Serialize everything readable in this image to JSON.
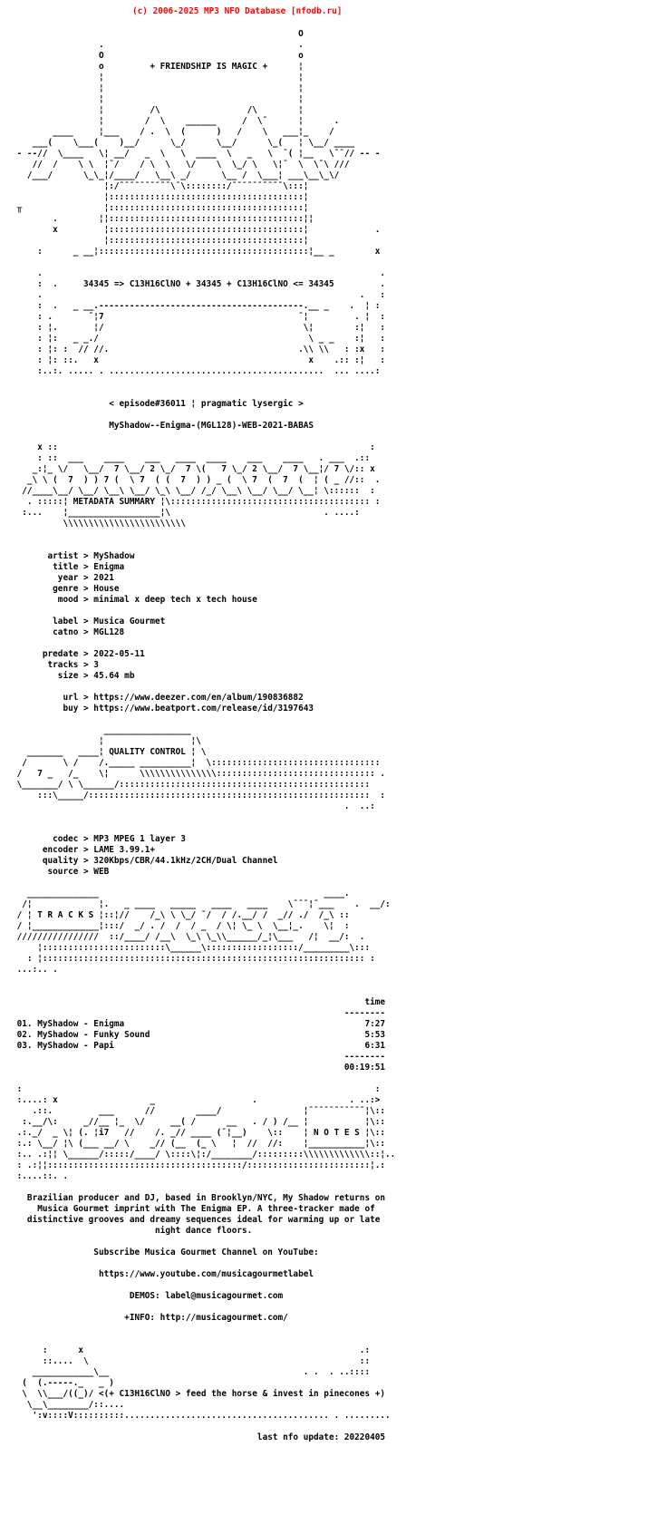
{
  "page": {
    "background": "#ffffff",
    "text_color": "#000000",
    "accent_red": "#ff0000"
  },
  "banner": {
    "copyright": "(c) 2006-2025 MP3 NFO Database [nfodb.ru]"
  },
  "release": {
    "slogan": "+ FRIENDSHIP IS MAGIC +",
    "formula": "34345 => C13H16ClNO + 34345 + C13H16ClNO <= 34345",
    "episode": "< episode#36011 ¦ pragmatic lysergic >",
    "release_name": "MyShadow--Enigma-(MGL128)-WEB-2021-BABAS",
    "metadata_title": "METADATA SUMMARY",
    "metadata": {
      "artist": "MyShadow",
      "title": "Enigma",
      "year": "2021",
      "genre": "House",
      "mood": "minimal x deep tech x tech house",
      "label": "Musica Gourmet",
      "catno": "MGL128",
      "predate": "2022-05-11",
      "tracks": "3",
      "size": "45.64 mb",
      "url": "https://www.deezer.com/en/album/190836882",
      "buy": "https://www.beatport.com/release/id/3197643"
    },
    "quality_title": "QUALITY CONTROL",
    "quality": {
      "codec": "MP3 MPEG 1 layer 3",
      "encoder": "LAME 3.99.1+",
      "quality": "320Kbps/CBR/44.1kHz/2CH/Dual Channel",
      "source": "WEB"
    },
    "tracks_title": "T R A C K S",
    "tracklist": {
      "time_column": "time",
      "entries": [
        {
          "num": "01",
          "title": "MyShadow - Enigma",
          "time": "7:27"
        },
        {
          "num": "02",
          "title": "MyShadow - Funky Sound",
          "time": "5:53"
        },
        {
          "num": "03",
          "title": "MyShadow - Papi",
          "time": "6:31"
        }
      ],
      "total_time": "00:19:51"
    },
    "notes_title": "N O T E S",
    "notes": {
      "paragraph": "Brazilian producer and DJ, based in Brooklyn/NYC, My Shadow returns on Musica Gourmet imprint with The Enigma EP. A three-tracker made of distinctive grooves and dreamy sequences ideal for warming up or late night dance floors.",
      "subscribe": "Subscribe Musica Gourmet Channel on YouTube:",
      "youtube": "https://www.youtube.com/musicagourmetlabel",
      "demos": "DEMOS: label@musicagourmet.com",
      "info": "+INFO: http://musicagourmet.com/"
    },
    "footer": {
      "horse_quote": "<(+ C13H16ClNO > feed the horse & invest in pinecones +)",
      "last_update_label": "last nfo update:",
      "last_update": "20220405"
    }
  },
  "ascii": {
    "header": [
      "",
      "                                                        O",
      "                 .                                      .",
      "                 O                                      o",
      "                 o         + FRIENDSHIP IS MAGIC +      ¦",
      "                 ¦                                      ¦",
      "                 ¦                                      ¦",
      "                 ¦                                      ¦",
      "                 ¦         /\\                 /\\        ¦",
      "                 ¦        /  \\    ______     /  \\¯      ¦      .",
      "        ____     ¦___    / .  \\  (      )   /    \\   ___¦_    /",
      "    ___(    \\___(    )__/      \\_/      \\__/      \\_(   ¦ \\__/ ____",
      " - --//  \\____   \\¦ __/   _  \\   \\  ____  \\   _   \\  ¯( ¦__   \\¯¯// -- -",
      "    //  /    \\ \\  ¦¯/    / \\  \\   \\/    \\  \\_/ \\   \\¦¯  \\  \\¯\\ ///",
      "   /___/      \\_\\_¦/____/   \\__\\ _/      \\__ /  \\___¦ ___\\__\\_\\/",
      "                  ¦:/¯¯¯¯¯¯¯¯¯¯\\¯\\::::::::/¯¯¯¯¯¯¯¯¯¯\\:::¦",
      "                  ¦::::::::::::::::::::::::::::::::::::::¦",
      " ╥                ¦::::::::::::::::::::::::::::::::::::::¦",
      "        .        ¦¦::::::::::::::::::::::::::::::::::::::¦¦",
      "        x         ¦::::::::::::::::::::::::::::::::::::::¦             .",
      "                  ¦::::::::::::::::::::::::::::::::::::::¦",
      "     :      _ __¦:::::::::::::::::::::::::::::::::::::::::¦__ _        x",
      "",
      "     .                                                                  .",
      "     :  .     34345 => C13H16ClNO + 34345 + C13H16ClNO <= 34345         .",
      "     .                                                              .   :",
      "     :  .   _ __.----------------------------------------.__ _    .  ¦ :",
      "     : .       ¯¦7                                      ¯¦         . ¦  :",
      "     : ¦.       ¦/                                       \\¦        :¦   :",
      "     : ¦:   _ _./                                         \\ _ _    :¦   :",
      "     : ¦: :  // //.                                     .\\\\ \\\\   : :x   :",
      "     : ¦: ::.   x                                         x    .:: :¦   :",
      "     :..:. ..... . ..........................................  ... ....:"
    ],
    "release": [
      "",
      "",
      "                   < episode#36011 ¦ pragmatic lysergic >",
      "",
      "                   MyShadow--Enigma-(MGL128)-WEB-2021-BABAS",
      "",
      ""
    ],
    "metadata": [
      "     x ::                                                             :",
      "     : ::  ___    ____    ___   ____  ____    ___    ____   . ___  .::",
      "    _:¦_ \\/   \\__/  7 \\__/ 2 \\_/  7 \\(   7 \\_/ 2 \\__/  7 \\__¦/ 7 \\/:: x",
      "   _\\ \\ (  7  ) ) 7 (  \\ 7  ( (  7  ) ) _ (  \\ 7  (  7  (  ¦ ( _ //::  .",
      "  //____\\__/ \\__/ \\__\\ \\__/ \\_\\ \\__/ /_/ \\__\\ \\__/ \\__/ \\__¦ \\::::::  :",
      "   . :::::¦ METADATA SUMMARY ¦\\::::::::::::::::::::::::::::::::::::::: :",
      "  :...    ¦__________________¦\\                              . ....:",
      "          \\\\\\\\\\\\\\\\\\\\\\\\\\\\\\\\\\\\\\\\\\\\\\\\",
      "",
      "",
      "       artist > MyShadow",
      "        title > Enigma",
      "         year > 2021",
      "        genre > House",
      "         mood > minimal x deep tech x tech house",
      "",
      "        label > Musica Gourmet",
      "        catno > MGL128",
      "",
      "      predate > 2022-05-11",
      "       tracks > 3",
      "         size > 45.64 mb",
      "",
      "          url > https://www.deezer.com/en/album/190836882",
      "          buy > https://www.beatport.com/release/id/3197643",
      "",
      ""
    ],
    "quality": [
      "                  _________________",
      "                 ¦                 ¦\\",
      "   _______   ____¦ QUALITY CONTROL ¦ \\",
      "  /       \\ /    /._____ __________¦  \\:::::::::::::::::::::::::::::::::",
      " /   7 _   /_    \\¦      \\\\\\\\\\\\\\\\\\\\\\\\\\\\\\::::::::::::::::::::::::::::::: .",
      " \\_______/ \\ \\______/:::::::::::::::::::::::::::::::::::::::::::::::::",
      "     :::\\_____/:::::::::::::::::::::::::::::::::::::::::::::::::::::::  :",
      "                                                                 .  ..:",
      "",
      "",
      "        codec > MP3 MPEG 1 layer 3",
      "      encoder > LAME 3.99.1+",
      "      quality > 320Kbps/CBR/44.1kHz/2CH/Dual Channel",
      "       source > WEB",
      "",
      ""
    ],
    "tracks": [
      "   ______________                                            ____.",
      "  /¦             ¦.   _ ____   _____   ____   ____    \\¯¯¯¦¯___    .  __/:",
      " / ¦ T R A C K S ¦::¦//    /_\\ \\ \\_/ ¯/  / /.__/ /  _// ./  /_\\ ::",
      " / ¦_____________¦:::/  _/ . /  /  / _  / \\¦ \\_ \\  \\__¦_.    \\¦  :",
      " ////////////////  ::/____/ /__\\  \\_\\ \\_\\\\______/_¦\\___   /¦  __/:  .",
      "     ¦::::::::::::::::::::::::\\______\\::::::::::::::::::/_________\\:::",
      "   : ¦::::::::::::::::::::::::::::::::::::::::::::::::::::::::::::::: :",
      " ...:.. .",
      "",
      "",
      "                                                                     time",
      "                                                                 --------",
      " 01. MyShadow - Enigma                                               7:27",
      " 02. MyShadow - Funky Sound                                          5:53",
      " 03. MyShadow - Papi                                                 6:31",
      "                                                                 --------",
      "                                                                 00:19:51",
      ""
    ],
    "notes": [
      "",
      " :                                                                     :",
      " :....: x                  _                   .                  . ..:>",
      "    .::.         ___      //        ____/                ¦¯¯¯¯¯¯¯¯¯¯¯¦\\::",
      "  :.__/\\:     _//__ ¦_  \\/     __( /      __   . / ) /__ ¦           ¦\\::",
      " .:._/  _ \\¦ (. ¦i7   //    /. _// ____ (¯¦__)    \\::    ¦ N O T E S ¦\\::",
      " :.: \\__/ ¦\\ (___ __/ \\    _// (__  (_ \\   ¦  //  //:    ¦___________¦\\::",
      " :.. .:¦¦ \\______/:::::/____/ \\::::\\¦:/________/:::::::::\\\\\\\\\\\\\\\\\\\\\\\\\\::¦..",
      " : .:¦¦::::::::::::::::::::::::::::::::::::::/::::::::::::::::::::::::¦.:",
      " :....::. .",
      "",
      "   Brazilian producer and DJ, based in Brooklyn/NYC, My Shadow returns on",
      "     Musica Gourmet imprint with The Enigma EP. A three-tracker made of",
      "   distinctive grooves and dreamy sequences ideal for warming up or late",
      "                            night dance floors.",
      "",
      "                Subscribe Musica Gourmet Channel on YouTube:",
      "",
      "                 https://www.youtube.com/musicagourmetlabel",
      "",
      "                       DEMOS: label@musicagourmet.com",
      "",
      "                      +INFO: http://musicagourmet.com/",
      "",
      ""
    ],
    "footer": [
      "",
      "      :      x                                                      .:",
      "      ::....  \\                                                     ::",
      "    ____________\\__                                      . .  . ..::::",
      "  (  (.-----._   _ )",
      "  \\  \\\\___/((_)/ <(+ C13H16ClNO > feed the horse & invest in pinecones +)",
      "   \\__\\________/::....",
      "    ':v::::V::::::::::........................................ . .........",
      "",
      "                                                last nfo update: 20220405",
      ""
    ]
  }
}
